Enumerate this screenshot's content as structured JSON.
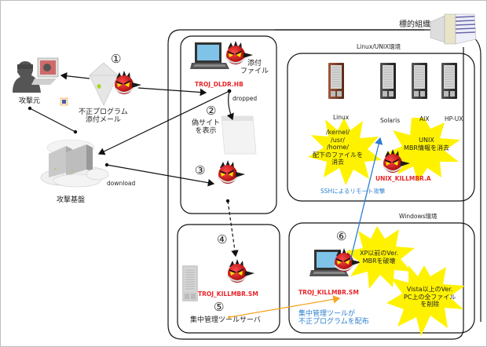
{
  "diagram": {
    "target_org_label": "標的組織",
    "linux_env_label": "Linux/UNIX環境",
    "windows_env_label": "Windows環境",
    "attacker": {
      "label": "攻撃元"
    },
    "attack_infra": {
      "label": "攻撃基盤",
      "download_label": "download"
    },
    "email": {
      "step": "①",
      "label_line1": "不正プログラム",
      "label_line2": "添付メール"
    },
    "initial_host": {
      "attachment_label_line1": "添付",
      "attachment_label_line2": "ファイル",
      "malware_name": "TROJ_DLDR.HB",
      "dropped_label": "dropped"
    },
    "fake_site": {
      "step": "②",
      "label_line1": "偽サイト",
      "label_line2": "を表示"
    },
    "download_step": {
      "step": "③"
    },
    "mgmt_server": {
      "step_push": "④",
      "step_distribute": "⑤",
      "malware_name": "TROJ_KILLMBR.SM",
      "label": "集中管理ツールサーバ"
    },
    "windows_host": {
      "step": "⑥",
      "malware_name": "TROJ_KILLMBR.SM",
      "distribute_line1": "集中管理ツールが",
      "distribute_line2": "不正プログラムを配布",
      "burst_xp_line1": "XP以前のVer.",
      "burst_xp_line2": "MBRを破壊",
      "burst_vista_line1": "Vista以上のVer.",
      "burst_vista_line2": "PC上の全ファイル",
      "burst_vista_line3": "を削除"
    },
    "unix": {
      "servers": [
        "Linux",
        "Solaris",
        "AIX",
        "HP-UX"
      ],
      "burst_linux_lines": [
        "/kernel/",
        "/usr/",
        "/home/",
        "配下のファイルを",
        "消去"
      ],
      "burst_unix_line1": "UNIX",
      "burst_unix_line2": "MBR情報を消去",
      "malware_name": "UNIX_KILLMBR.A",
      "ssh_label": "SSHによるリモート攻撃"
    },
    "colors": {
      "malware_label": "#e8262a",
      "ssh_arrow": "#2a7fd0",
      "distribute_arrow": "#f5a623",
      "burst": "#fff200"
    }
  }
}
